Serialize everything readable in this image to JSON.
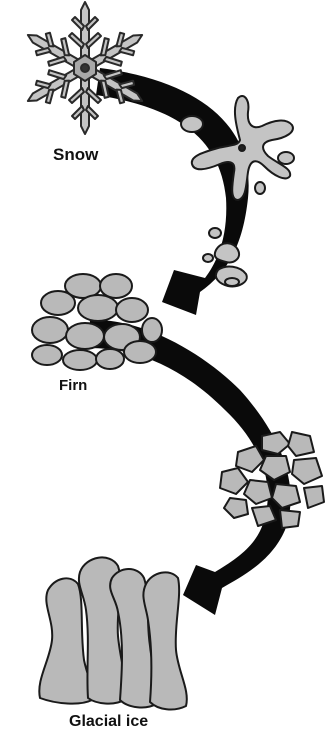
{
  "labels": {
    "snow": "Snow",
    "firn": "Firn",
    "glacial_ice": "Glacial ice"
  },
  "colors": {
    "arrow": "#0a0a0a",
    "grain_fill": "#b9b9b9",
    "outline": "#1a1a1a",
    "background": "#ffffff"
  }
}
